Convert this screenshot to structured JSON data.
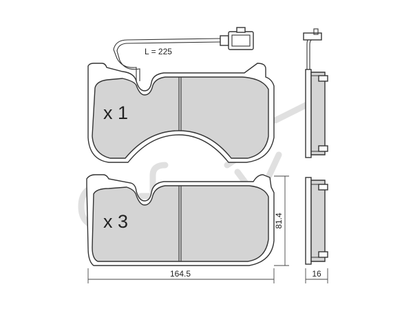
{
  "cable_length_label": "L = 225",
  "upper_pad_quantity": "x 1",
  "lower_pad_quantity": "x 3",
  "width_dimension": "164.5",
  "height_dimension": "81.4",
  "thickness_dimension": "16",
  "watermark_text": "cifam",
  "colors": {
    "pad_fill": "#d4d4d4",
    "outline": "#333333",
    "watermark": "#e0e0e0"
  }
}
